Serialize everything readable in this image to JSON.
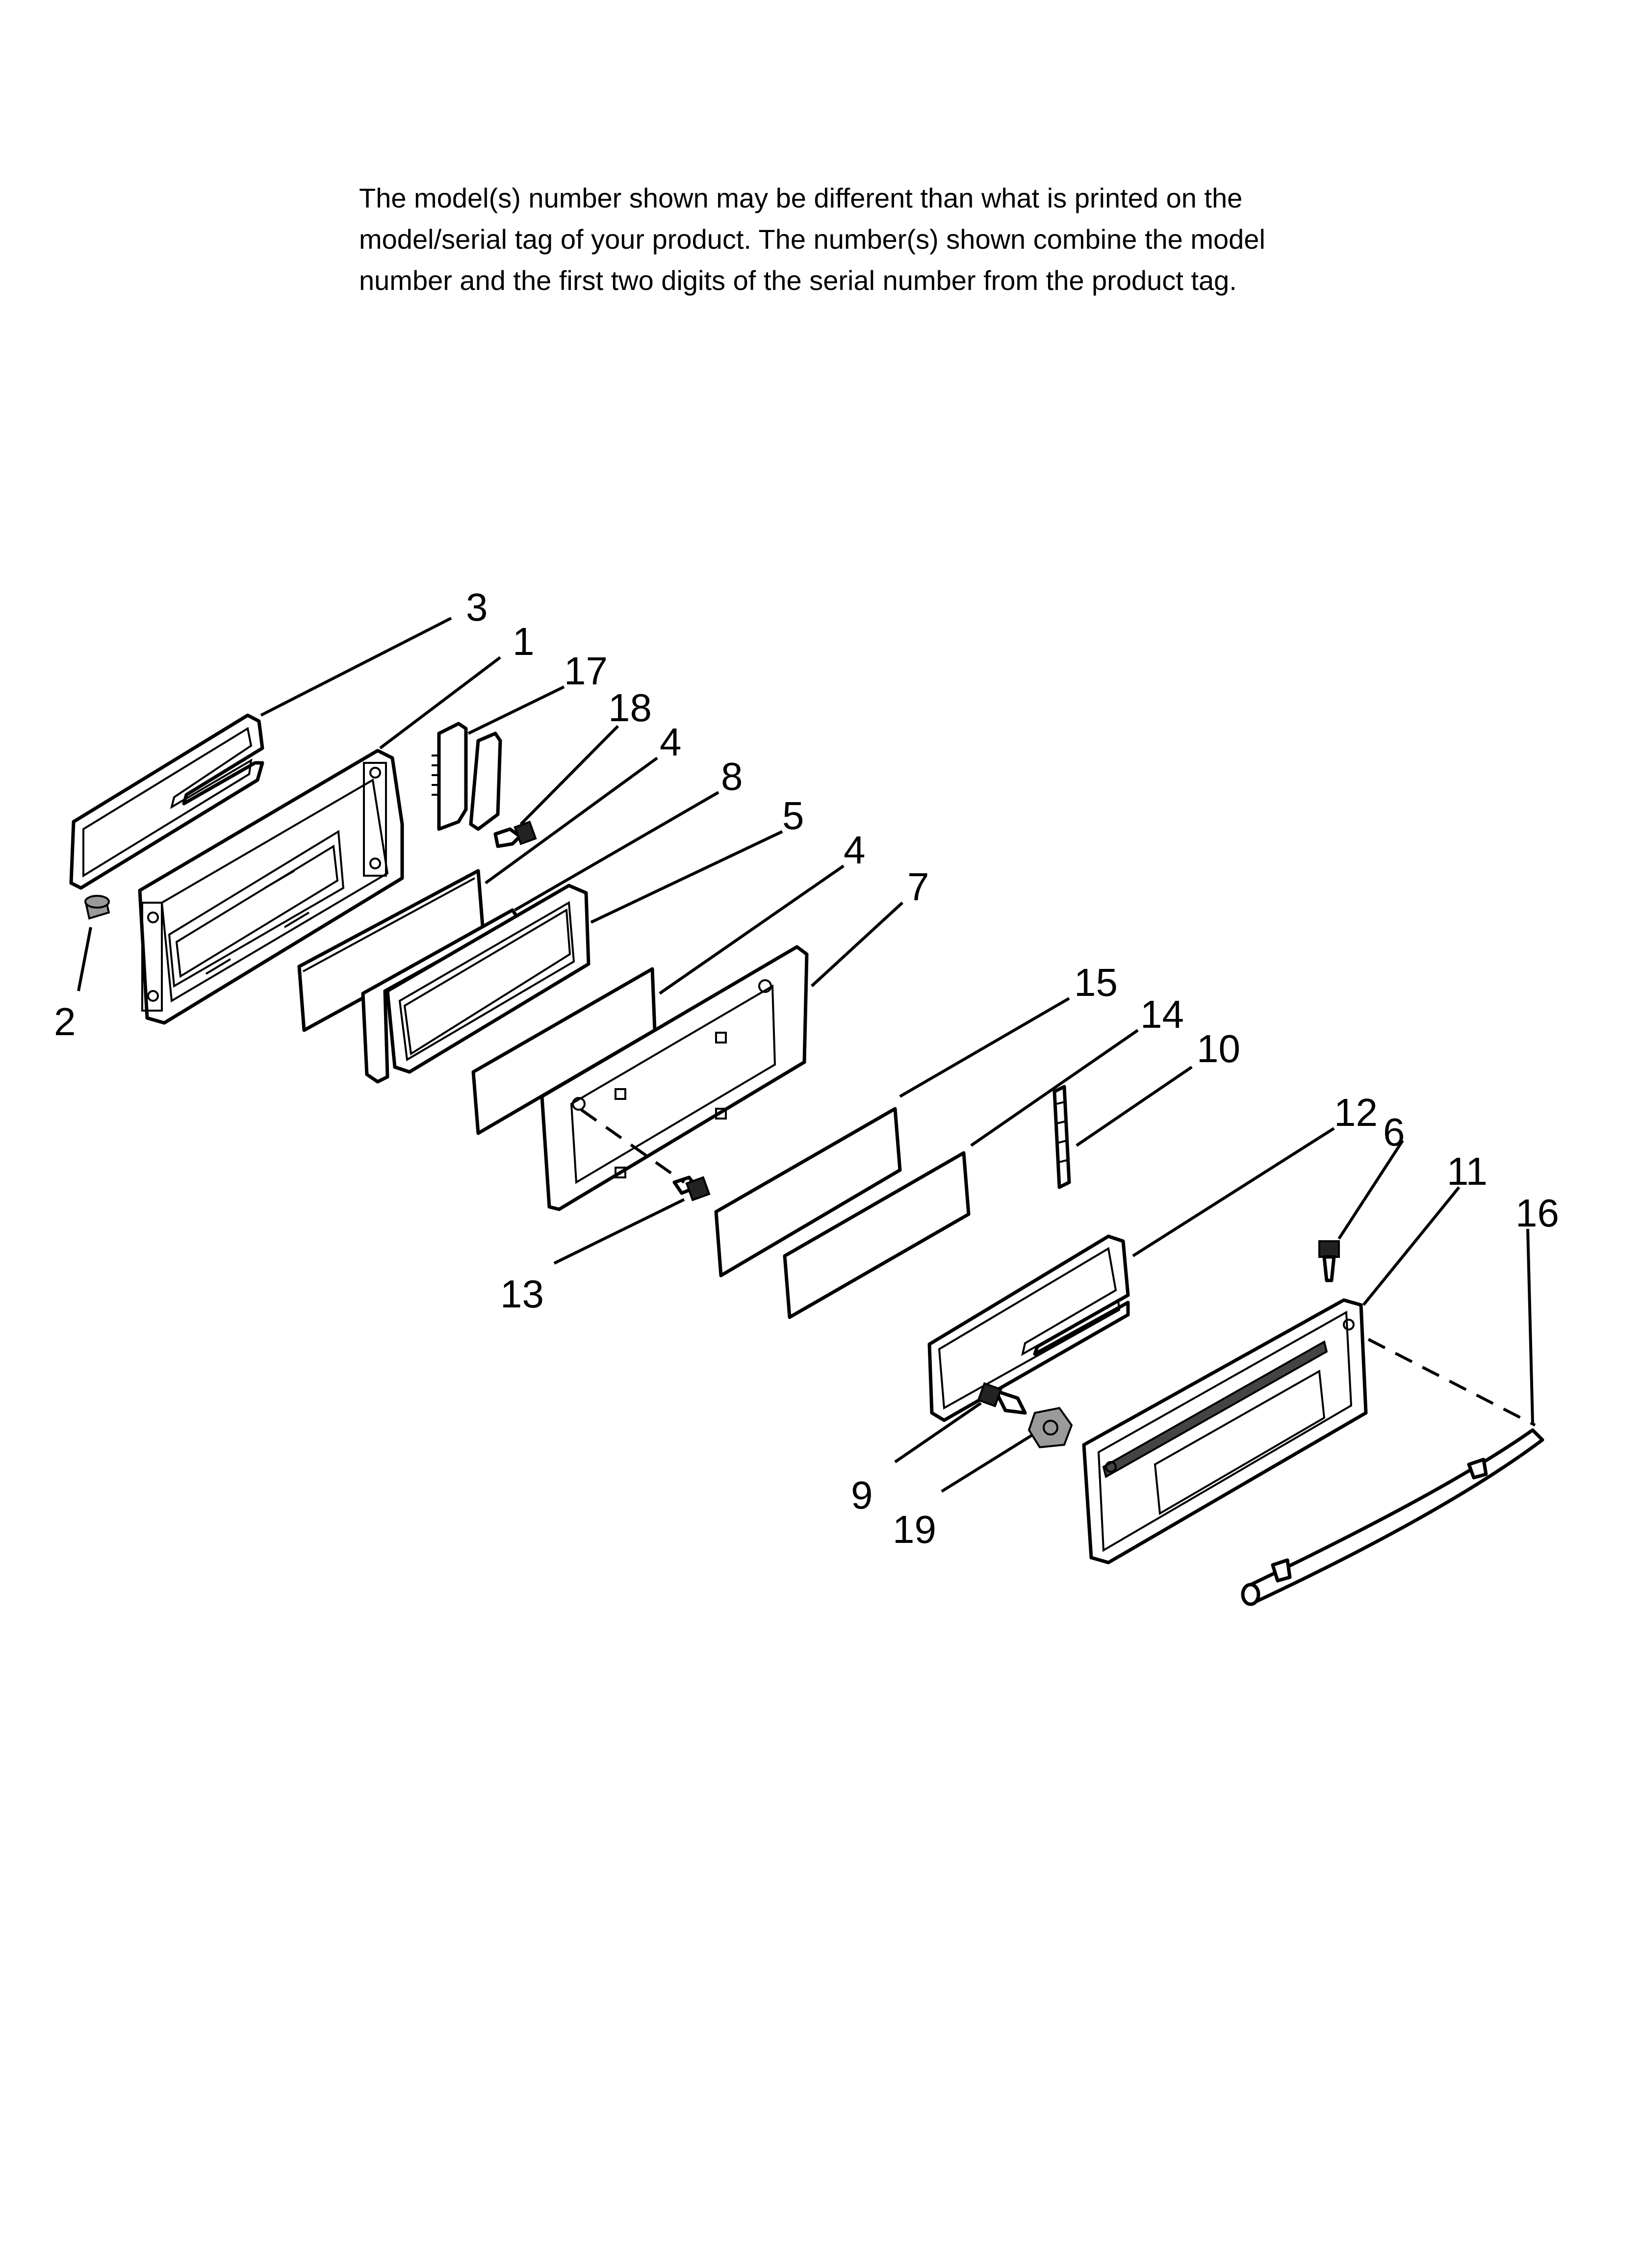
{
  "notice": {
    "lines": [
      "The model(s) number shown may be different than what is printed on the",
      "model/serial tag of your product. The number(s) shown combine the model",
      "number and the first two digits of the serial number from the product tag."
    ]
  },
  "callouts": {
    "c3": "3",
    "c1": "1",
    "c17": "17",
    "c18": "18",
    "c4a": "4",
    "c8": "8",
    "c5": "5",
    "c4b": "4",
    "c7": "7",
    "c2": "2",
    "c15": "15",
    "c14": "14",
    "c10": "10",
    "c12": "12",
    "c6": "6",
    "c11": "11",
    "c16": "16",
    "c13": "13",
    "c9": "9",
    "c19": "19"
  }
}
